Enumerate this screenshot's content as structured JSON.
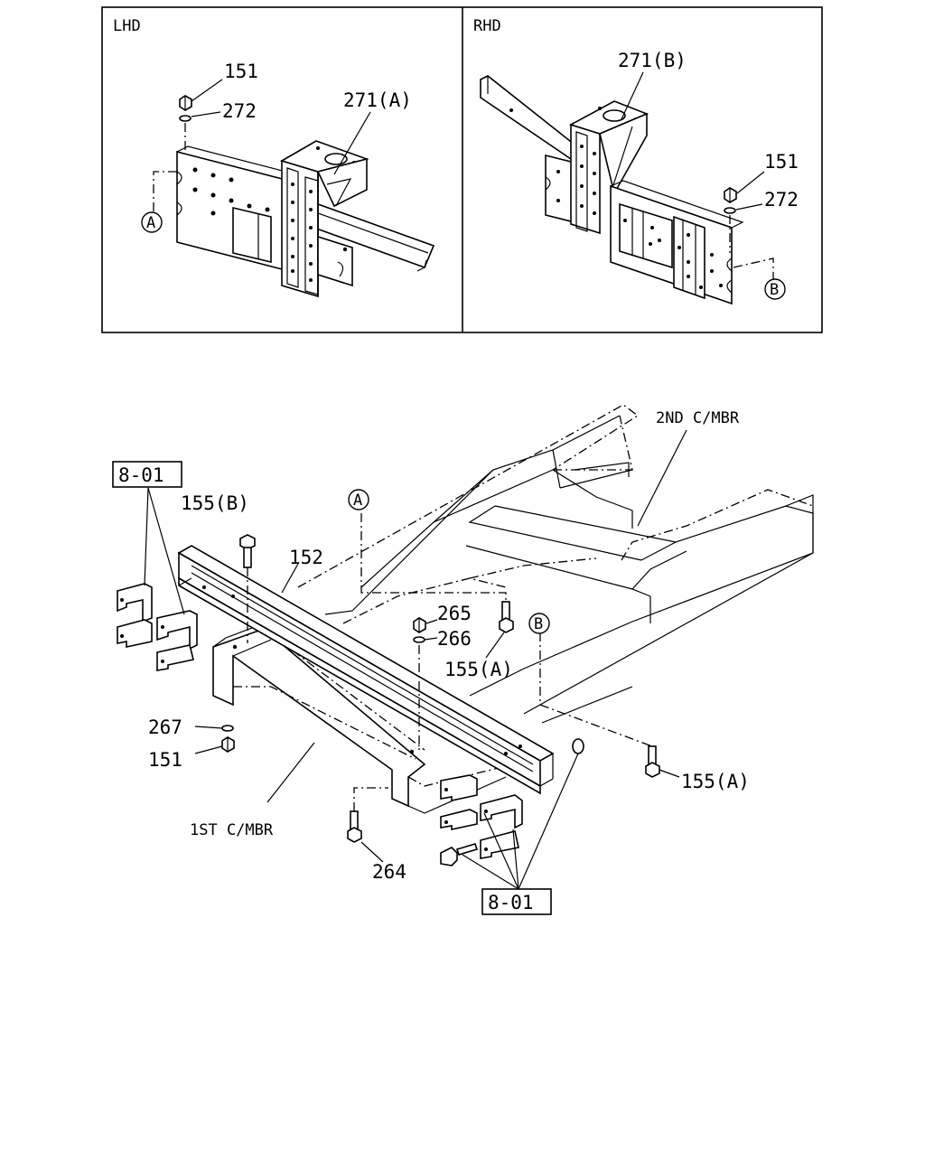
{
  "panels": {
    "lhd": {
      "title": "LHD",
      "labels": {
        "nut": "151",
        "washer": "272",
        "bracket": "271(A)",
        "ref": "A"
      }
    },
    "rhd": {
      "title": "RHD",
      "labels": {
        "bracket": "271(B)",
        "nut": "151",
        "washer": "272",
        "ref": "B"
      }
    }
  },
  "main": {
    "labels": {
      "second_crossmember": "2ND C/MBR",
      "first_crossmember": "1ST C/MBR",
      "ref_top_left": "8-01",
      "ref_bottom": "8-01",
      "bolt_155b": "155(B)",
      "beam_152": "152",
      "ref_a": "A",
      "ref_b": "B",
      "nut_265": "265",
      "washer_266": "266",
      "bolt_155a_center": "155(A)",
      "bolt_155a_right": "155(A)",
      "washer_267": "267",
      "nut_151": "151",
      "bolt_264": "264"
    }
  }
}
